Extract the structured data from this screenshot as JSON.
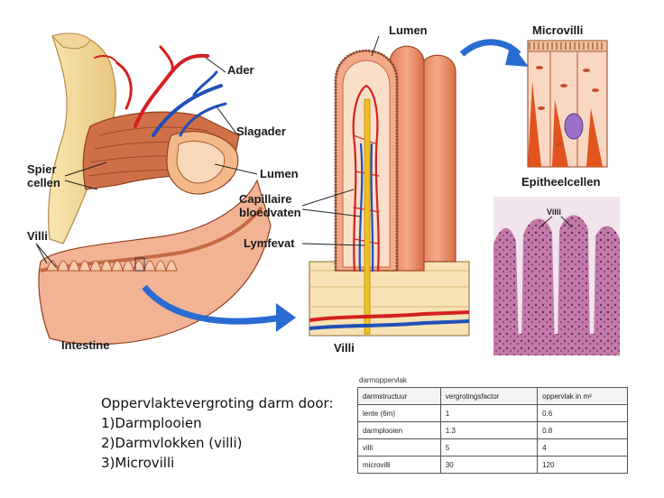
{
  "labels": {
    "ader": "Ader",
    "slagader": "Slagader",
    "lumen_left": "Lumen",
    "spier_line1": "Spier",
    "spier_line2": "cellen",
    "villi_left": "Villi",
    "intestine": "Intestine",
    "lumen_center": "Lumen",
    "capillaire_line1": "Capillaire",
    "capillaire_line2": "bloedvaten",
    "lymfevat": "Lymfevat",
    "villi_center": "Villi",
    "microvilli": "Microvilli",
    "epitheelcellen": "Epitheelcellen",
    "villi_photo": "Villi"
  },
  "caption": {
    "heading": "Oppervlaktevergroting darm door:",
    "items": [
      "1)Darmplooien",
      "2)Darmvlokken (villi)",
      "3)Microvilli"
    ]
  },
  "table": {
    "title": "darmoppervlak",
    "headers": [
      "darmstructuur",
      "vergrotingsfactor",
      "oppervlak in m²"
    ],
    "rows": [
      [
        "lente (6m)",
        "1",
        "0.6"
      ],
      [
        "darmplooien",
        "1.3",
        "0.8"
      ],
      [
        "villi",
        "5",
        "4"
      ],
      [
        "microvilli",
        "30",
        "120"
      ]
    ]
  },
  "colors": {
    "artery": "#d42020",
    "vein": "#1f4fb8",
    "tissue": "#e8906a",
    "muscle": "#c8603c",
    "lymph": "#f0c020",
    "outer": "#f5dc9a",
    "arrow": "#2a6bd1",
    "histology": "#b5679a"
  }
}
